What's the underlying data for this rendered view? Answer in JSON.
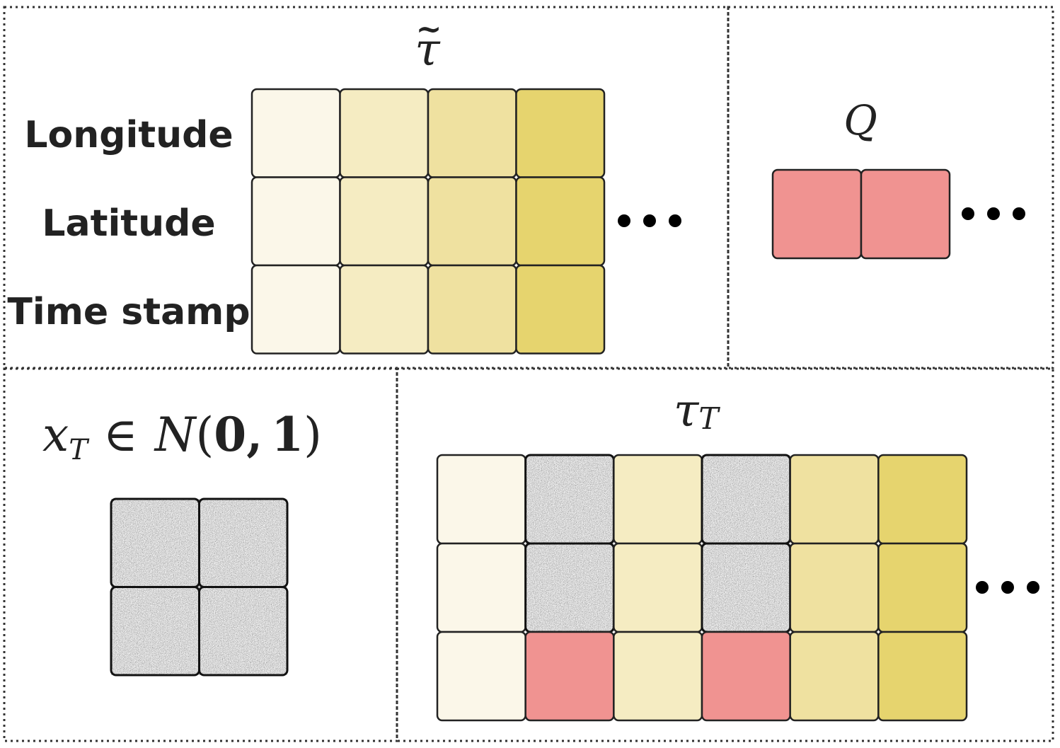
{
  "colors": {
    "shade_0": "#fbf7e9",
    "shade_1": "#f5ecc2",
    "shade_2": "#efe1a0",
    "shade_3": "#e6d46e",
    "query": "#f09391",
    "noise_dark": "#3a3a3a",
    "noise_light": "#f2f2f2"
  },
  "trajectory_panel": {
    "symbol": "τ",
    "tilde": "~",
    "row_labels": [
      "Longitude",
      "Latitude",
      "Time stamp"
    ],
    "grid": [
      [
        0,
        1,
        2,
        3
      ],
      [
        0,
        1,
        2,
        3
      ],
      [
        0,
        1,
        2,
        3
      ]
    ],
    "ellipsis": "•••"
  },
  "query_panel": {
    "symbol": "Q",
    "cells": [
      "query",
      "query"
    ],
    "ellipsis": "•••"
  },
  "noise_panel": {
    "formula": {
      "x": "x",
      "x_sub": "T",
      "in": "∈",
      "N": "N",
      "open": "(",
      "zero": "0",
      "comma": ",",
      "one": "1",
      "close": ")"
    },
    "grid": [
      [
        "noise",
        "noise"
      ],
      [
        "noise",
        "noise"
      ]
    ]
  },
  "noisy_trajectory_panel": {
    "symbol": "τ",
    "sub": "T",
    "grid": [
      [
        0,
        "noise",
        1,
        "noise",
        2,
        3
      ],
      [
        0,
        "noise",
        1,
        "noise",
        2,
        3
      ],
      [
        0,
        "query",
        1,
        "query",
        2,
        3
      ]
    ],
    "ellipsis": "•••"
  }
}
